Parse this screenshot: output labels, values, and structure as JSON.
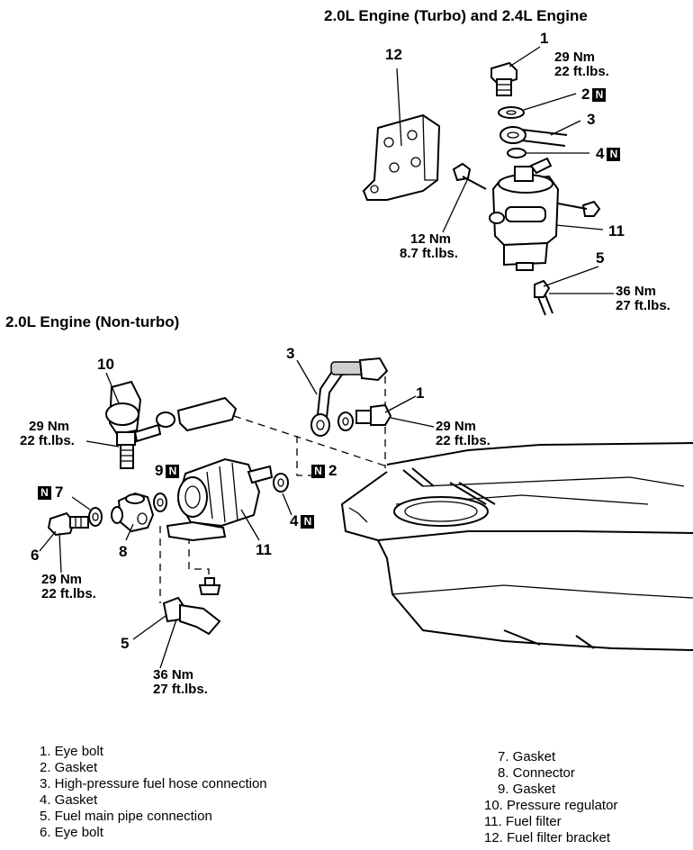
{
  "titles": {
    "turbo": "2.0L Engine (Turbo) and 2.4L Engine",
    "nonturbo": "2.0L Engine (Non-turbo)"
  },
  "badge": "N",
  "torque": {
    "t29nm": "29 Nm",
    "t22ft": "22 ft.lbs.",
    "t12nm": "12 Nm",
    "t87ft": "8.7 ft.lbs.",
    "t36nm": "36 Nm",
    "t27ft": "27 ft.lbs."
  },
  "callouts": {
    "c1": "1",
    "c2": "2",
    "c3": "3",
    "c4": "4",
    "c5": "5",
    "c6": "6",
    "c7": "7",
    "c8": "8",
    "c9": "9",
    "c10": "10",
    "c11": "11",
    "c12": "12"
  },
  "legend_left": [
    "1. Eye bolt",
    "2. Gasket",
    "3. High-pressure fuel hose connection",
    "4. Gasket",
    "5. Fuel main pipe connection",
    "6. Eye bolt"
  ],
  "legend_right": [
    "7. Gasket",
    "8. Connector",
    "9. Gasket",
    "10. Pressure regulator",
    "11. Fuel filter",
    "12. Fuel filter bracket"
  ]
}
